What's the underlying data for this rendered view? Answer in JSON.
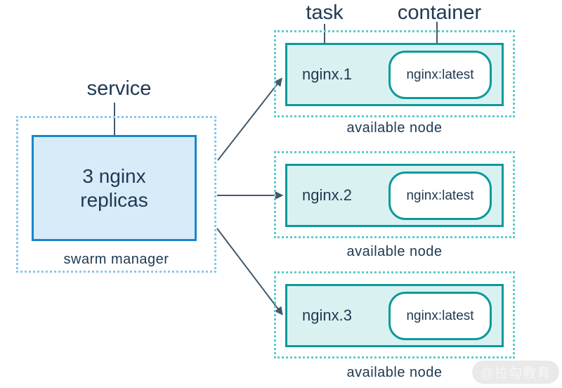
{
  "diagram": {
    "labels": {
      "service": "service",
      "task": "task",
      "container": "container"
    },
    "manager": {
      "replicas_line1": "3 nginx",
      "replicas_line2": "replicas",
      "caption": "swarm manager"
    },
    "nodes": [
      {
        "task_name": "nginx.1",
        "container_image": "nginx:latest",
        "caption": "available node"
      },
      {
        "task_name": "nginx.2",
        "container_image": "nginx:latest",
        "caption": "available node"
      },
      {
        "task_name": "nginx.3",
        "container_image": "nginx:latest",
        "caption": "available node"
      }
    ],
    "watermark": "@拉勾教育",
    "colors": {
      "blue-border": "#1a87c9",
      "blue-fill": "#d7ebf9",
      "blue-dotted": "#8cc6ea",
      "teal-border": "#0d9a9a",
      "teal-fill": "#d9f2f1",
      "teal-dotted": "#5fcbcb",
      "text-navy": "#203a54",
      "arrow": "#42586c",
      "watermark-bg": "#e9e9e9",
      "watermark-text": "#f6f6f6"
    }
  }
}
